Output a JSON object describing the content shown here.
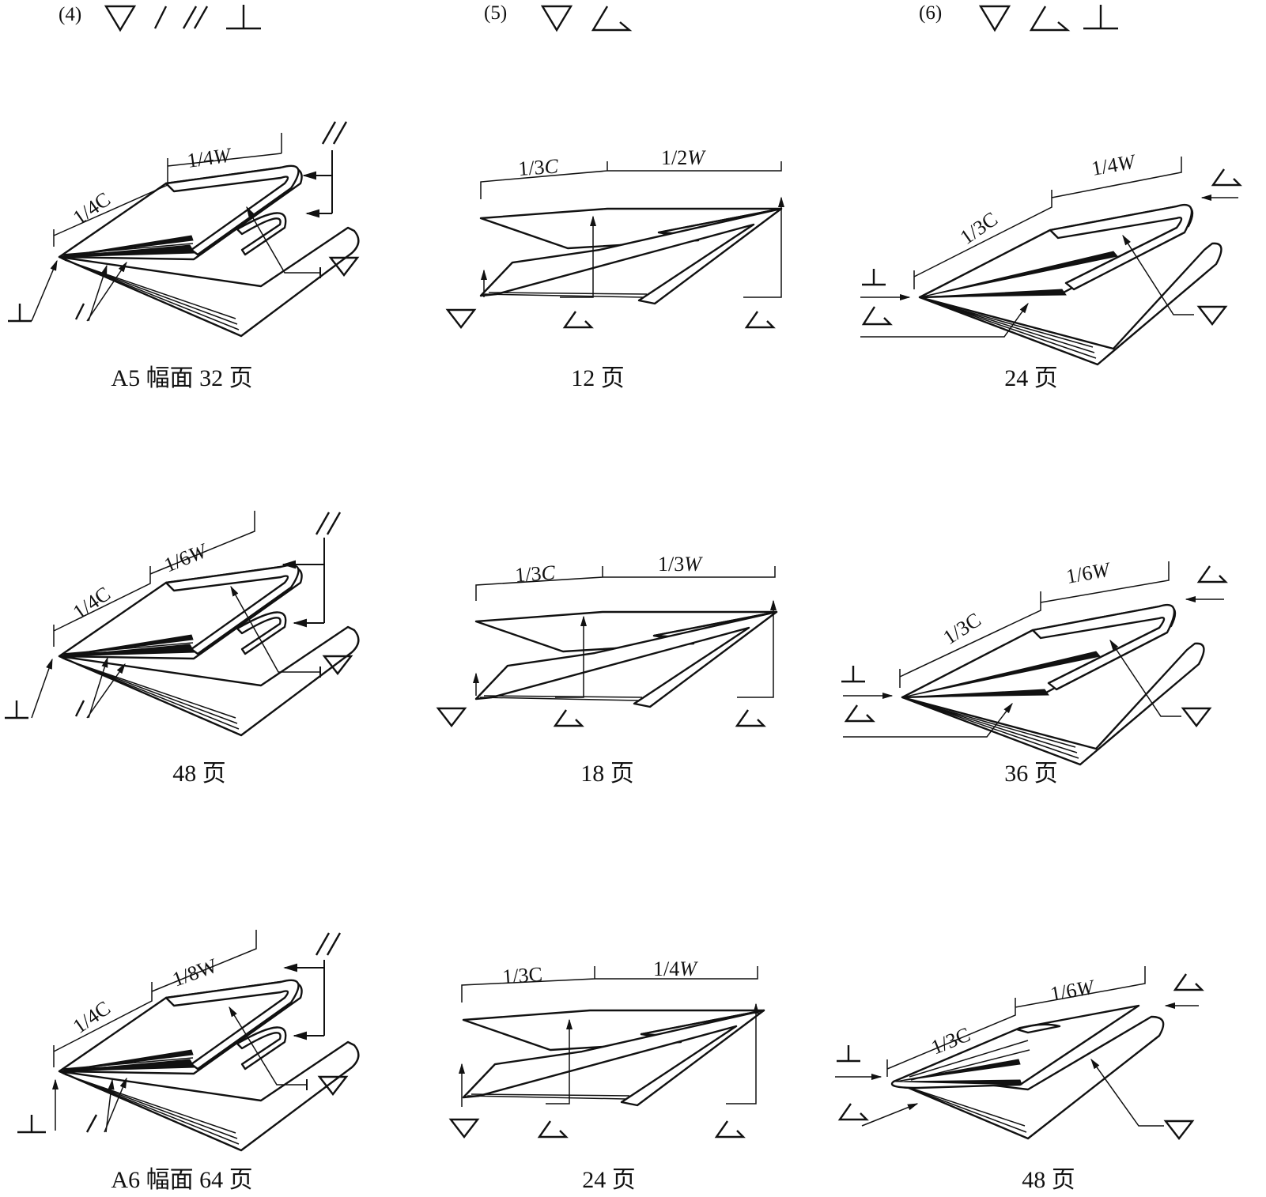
{
  "header": {
    "columns": [
      {
        "label": "(4)",
        "symbols": [
          "triangle-down-symbol",
          "slash-symbol",
          "double-slash-symbol",
          "perpendicular-symbol"
        ]
      },
      {
        "label": "(5)",
        "symbols": [
          "triangle-down-symbol",
          "angle-symbol"
        ]
      },
      {
        "label": "(6)",
        "symbols": [
          "triangle-down-symbol",
          "angle-symbol",
          "perpendicular-symbol"
        ]
      }
    ]
  },
  "figures": [
    {
      "caption": "A5 幅面 32 页",
      "dim_c": "1/4C",
      "dim_w": "1/4",
      "dim_w_var": "W"
    },
    {
      "caption": "12 页",
      "dim_c": "1/3",
      "dim_c_var": "C",
      "dim_w": "1/2",
      "dim_w_var": "W"
    },
    {
      "caption": "24 页",
      "dim_c": "1/3C",
      "dim_w": "1/4",
      "dim_w_var": "W"
    },
    {
      "caption": "48 页",
      "dim_c": "1/4C",
      "dim_w": "1/6",
      "dim_w_var": "W"
    },
    {
      "caption": "18 页",
      "dim_c": "1/3",
      "dim_c_var": "C",
      "dim_w": "1/3",
      "dim_w_var": "W"
    },
    {
      "caption": "36 页",
      "dim_c": "1/3C",
      "dim_w": "1/6",
      "dim_w_var": "W"
    },
    {
      "caption": "A6 幅面 64 页",
      "dim_c": "1/4C",
      "dim_w": "1/8W",
      "dim_w_var": ""
    },
    {
      "caption": "24 页",
      "dim_c": "1/3C",
      "dim_w": "1/4",
      "dim_w_var": "W"
    },
    {
      "caption": "48 页",
      "dim_c": "1/3C",
      "dim_w": "1/6",
      "dim_w_var": "W"
    }
  ]
}
